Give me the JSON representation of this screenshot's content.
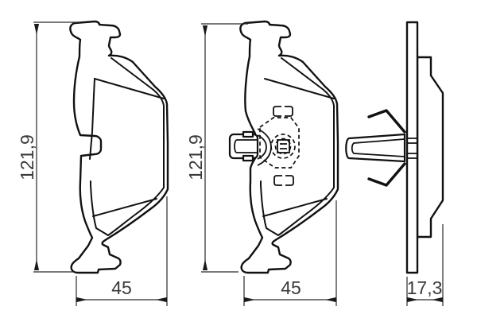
{
  "drawing": {
    "type": "brake-pad-technical-drawing",
    "background": "#ffffff",
    "line_color": "#111111",
    "dimension_text_color": "#3a3a3a",
    "views": [
      {
        "id": "front-view-outer-pad",
        "height_label": "121,9",
        "width_label": "45"
      },
      {
        "id": "back-view-inner-pad-with-wear-sensor",
        "height_label": "121,9",
        "width_label": "45"
      },
      {
        "id": "side-view-pad-with-spring-clip",
        "thickness_label": "17,3"
      }
    ]
  },
  "dimensions": {
    "left_view": {
      "height": "121,9",
      "width": "45"
    },
    "middle_view": {
      "height": "121,9",
      "width": "45"
    },
    "right_view": {
      "thickness": "17,3"
    }
  }
}
